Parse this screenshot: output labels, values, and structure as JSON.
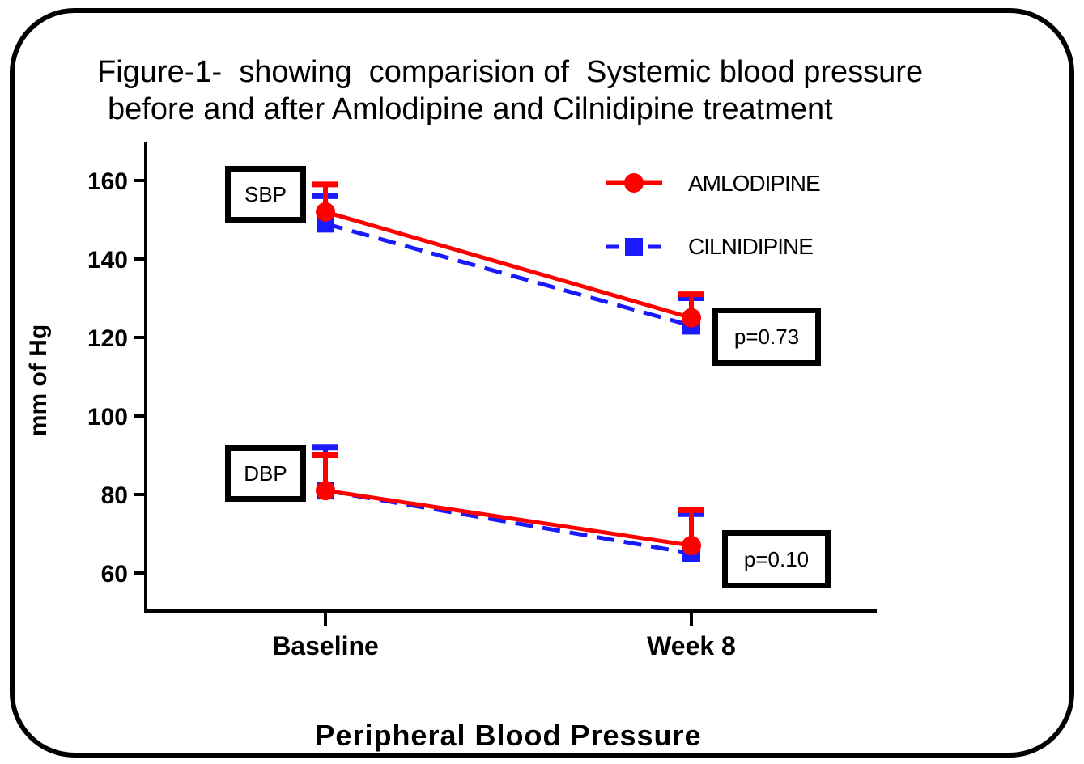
{
  "chart_data": {
    "type": "line",
    "title_lines": [
      "Figure-1-  showing  comparision of  Systemic blood pressure",
      "before and after Amlodipine and Cilnidipine treatment"
    ],
    "xlabel": "Peripheral Blood Pressure",
    "ylabel": "mm of Hg",
    "categories": [
      "Baseline",
      "Week 8"
    ],
    "ylim": [
      50,
      170
    ],
    "yticks": [
      60,
      80,
      100,
      120,
      140,
      160
    ],
    "series": [
      {
        "name": "AMLODIPINE",
        "group": "SBP",
        "color": "#ff0000",
        "marker": "circle",
        "dash": "solid",
        "values": [
          152,
          125
        ],
        "errors": [
          7,
          6
        ]
      },
      {
        "name": "CILNIDIPINE",
        "group": "SBP",
        "color": "#1a1aff",
        "marker": "square",
        "dash": "dashed",
        "values": [
          149,
          123
        ],
        "errors": [
          7,
          7
        ]
      },
      {
        "name": "AMLODIPINE",
        "group": "DBP",
        "color": "#ff0000",
        "marker": "circle",
        "dash": "solid",
        "values": [
          81,
          67
        ],
        "errors": [
          9,
          9
        ]
      },
      {
        "name": "CILNIDIPINE",
        "group": "DBP",
        "color": "#1a1aff",
        "marker": "square",
        "dash": "dashed",
        "values": [
          81,
          65
        ],
        "errors": [
          11,
          10
        ]
      }
    ],
    "legend": {
      "position": "top-right",
      "entries": [
        {
          "name": "AMLODIPINE",
          "color": "#ff0000",
          "marker": "circle",
          "dash": "solid"
        },
        {
          "name": "CILNIDIPINE",
          "color": "#1a1aff",
          "marker": "square",
          "dash": "dashed"
        }
      ]
    },
    "annotations": {
      "sbp_label": "SBP",
      "dbp_label": "DBP",
      "sbp_p": "p=0.73",
      "dbp_p": "p=0.10"
    }
  }
}
